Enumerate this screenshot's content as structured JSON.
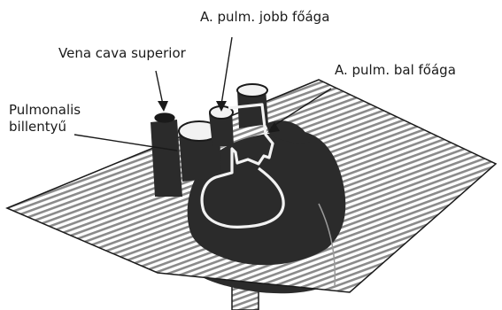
{
  "labels": {
    "left_pulmonary_branch": "A. pulm. jobb főága",
    "right_pulmonary_branch": "A. pulm. bal főága",
    "vena_cava_superior": "Vena cava superior",
    "pulmonary_valve_line1": "Pulmonalis",
    "pulmonary_valve_line2": "billentyű"
  },
  "colors": {
    "background": "#ffffff",
    "heart_fill": "#2b2b2b",
    "plane_stripe": "#8a8a8a",
    "outline": "#1a1a1a",
    "highlight": "#f2f2f2"
  }
}
